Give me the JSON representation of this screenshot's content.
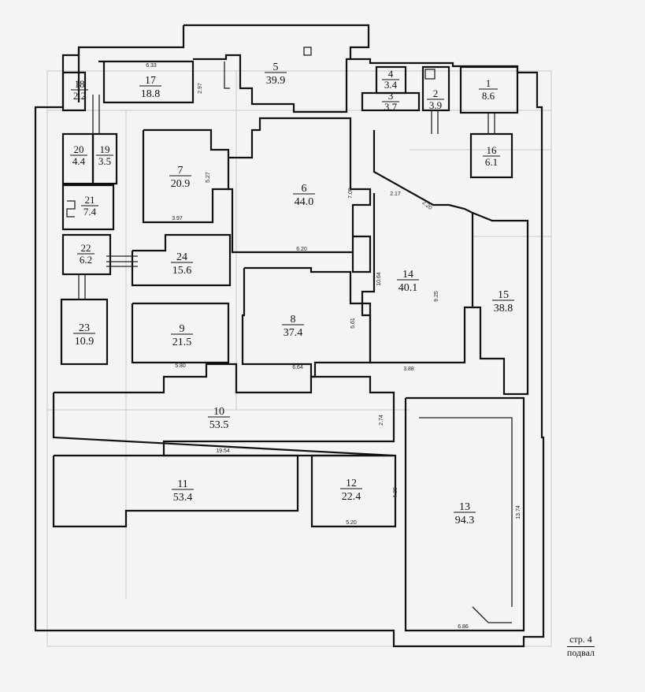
{
  "rooms": [
    {
      "num": "1",
      "area": "8.6"
    },
    {
      "num": "2",
      "area": "3.9"
    },
    {
      "num": "3",
      "area": "3.7"
    },
    {
      "num": "4",
      "area": "3.4"
    },
    {
      "num": "5",
      "area": "39.9"
    },
    {
      "num": "6",
      "area": "44.0"
    },
    {
      "num": "7",
      "area": "20.9"
    },
    {
      "num": "9",
      "area": "21.5"
    },
    {
      "num": "8",
      "area": "37.4"
    },
    {
      "num": "10",
      "area": "53.5"
    },
    {
      "num": "11",
      "area": "53.4"
    },
    {
      "num": "12",
      "area": "22.4"
    },
    {
      "num": "13",
      "area": "94.3"
    },
    {
      "num": "14",
      "area": "40.1"
    },
    {
      "num": "15",
      "area": "38.8"
    },
    {
      "num": "16",
      "area": "6.1"
    },
    {
      "num": "17",
      "area": "18.8"
    },
    {
      "num": "18",
      "area": "2.2"
    },
    {
      "num": "19",
      "area": "3.5"
    },
    {
      "num": "20",
      "area": "4.4"
    },
    {
      "num": "21",
      "area": "7.4"
    },
    {
      "num": "22",
      "area": "6.2"
    },
    {
      "num": "23",
      "area": "10.9"
    },
    {
      "num": "24",
      "area": "15.6"
    }
  ],
  "dimensions": [
    "6.33",
    "2.97",
    "5.27",
    "3.97",
    "6.20",
    "7.09",
    "2.17",
    "2.20",
    "10.64",
    "9.25",
    "5.80",
    "6.64",
    "5.61",
    "3.88",
    "2.74",
    "19.54",
    "4.30",
    "5.20",
    "13.74",
    "6.86"
  ],
  "sheet": {
    "page": "стр. 4",
    "level": "подвал"
  }
}
